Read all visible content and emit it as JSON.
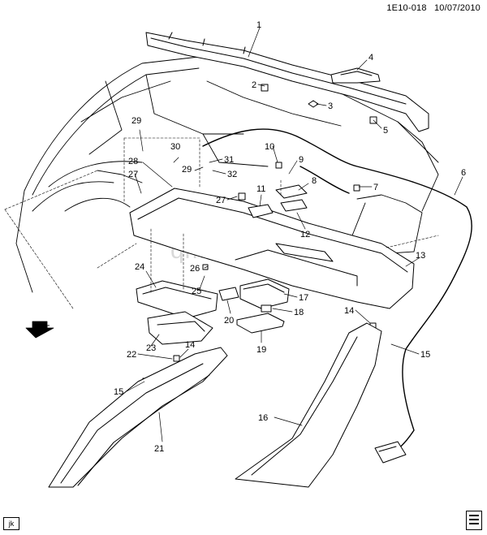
{
  "header": {
    "code": "1E10-018",
    "date": "10/07/2010"
  },
  "watermark": "qmeklad.ru",
  "corner_tag": "jk",
  "front_label": "FRT",
  "callouts": [
    {
      "id": "c1",
      "label": "1"
    },
    {
      "id": "c2",
      "label": "2"
    },
    {
      "id": "c3",
      "label": "3"
    },
    {
      "id": "c4",
      "label": "4"
    },
    {
      "id": "c5",
      "label": "5"
    },
    {
      "id": "c6",
      "label": "6"
    },
    {
      "id": "c7",
      "label": "7"
    },
    {
      "id": "c8",
      "label": "8"
    },
    {
      "id": "c9",
      "label": "9"
    },
    {
      "id": "c10",
      "label": "10"
    },
    {
      "id": "c11",
      "label": "11"
    },
    {
      "id": "c12",
      "label": "12"
    },
    {
      "id": "c13",
      "label": "13"
    },
    {
      "id": "c14a",
      "label": "14"
    },
    {
      "id": "c14b",
      "label": "14"
    },
    {
      "id": "c15a",
      "label": "15"
    },
    {
      "id": "c15b",
      "label": "15"
    },
    {
      "id": "c16",
      "label": "16"
    },
    {
      "id": "c17",
      "label": "17"
    },
    {
      "id": "c18",
      "label": "18"
    },
    {
      "id": "c19",
      "label": "19"
    },
    {
      "id": "c20",
      "label": "20"
    },
    {
      "id": "c21",
      "label": "21"
    },
    {
      "id": "c22",
      "label": "22"
    },
    {
      "id": "c23",
      "label": "23"
    },
    {
      "id": "c24",
      "label": "24"
    },
    {
      "id": "c25",
      "label": "25"
    },
    {
      "id": "c26",
      "label": "26"
    },
    {
      "id": "c27a",
      "label": "27"
    },
    {
      "id": "c27b",
      "label": "27"
    },
    {
      "id": "c28",
      "label": "28"
    },
    {
      "id": "c29a",
      "label": "29"
    },
    {
      "id": "c29b",
      "label": "29"
    },
    {
      "id": "c30",
      "label": "30"
    },
    {
      "id": "c31",
      "label": "31"
    },
    {
      "id": "c32",
      "label": "32"
    }
  ]
}
